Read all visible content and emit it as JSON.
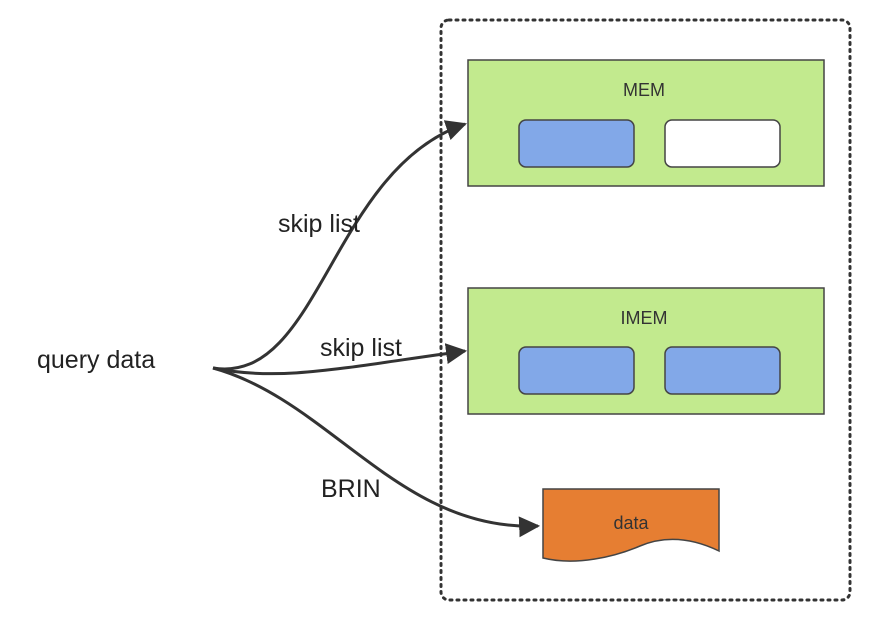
{
  "source": {
    "label": "query data"
  },
  "container": {
    "border_color": "#333333"
  },
  "boxes": {
    "mem": {
      "label": "MEM",
      "fill": "#c2ea8e",
      "slots": [
        {
          "state": "filled",
          "fill": "#82a8e8"
        },
        {
          "state": "empty",
          "fill": "#ffffff"
        }
      ]
    },
    "imem": {
      "label": "IMEM",
      "fill": "#c2ea8e",
      "slots": [
        {
          "state": "filled",
          "fill": "#82a8e8"
        },
        {
          "state": "filled",
          "fill": "#82a8e8"
        }
      ]
    },
    "data": {
      "label": "data",
      "fill": "#e67e32"
    }
  },
  "edges": {
    "to_mem": {
      "label": "skip list"
    },
    "to_imem": {
      "label": "skip list"
    },
    "to_data": {
      "label": "BRIN"
    }
  },
  "colors": {
    "stroke": "#333333",
    "text": "#222222",
    "box_text": "#333333"
  }
}
